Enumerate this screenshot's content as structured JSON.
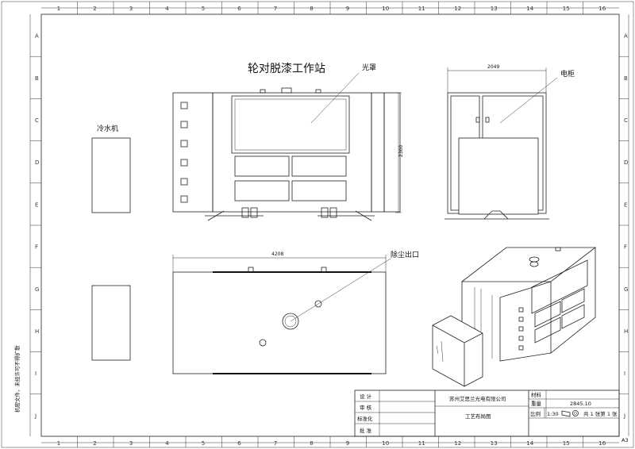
{
  "grid": {
    "columns": [
      "1",
      "2",
      "3",
      "4",
      "5",
      "6",
      "7",
      "8",
      "9",
      "10",
      "11",
      "12",
      "13",
      "14",
      "15",
      "16"
    ],
    "rows": [
      "A",
      "B",
      "C",
      "D",
      "E",
      "F",
      "G",
      "H",
      "I",
      "J"
    ]
  },
  "drawing": {
    "title": "轮对脱漆工作站",
    "labels": {
      "chiller": "冷水机",
      "light_cover": "光罩",
      "electric_cabinet": "电柜",
      "dust_outlet": "除尘出口"
    },
    "dimensions": {
      "front_height": "2300",
      "side_width": "2049",
      "top_length": "4208"
    }
  },
  "side_note": "机密文件，未经许可不得扩散",
  "title_block": {
    "company": "苏州艾思兰光电有限公司",
    "drawing_name": "工艺布局图",
    "material_label": "材料",
    "weight_label": "重量",
    "weight_value": "2845.10",
    "scale_label": "比例",
    "scale_value": "1:30",
    "sheet_info": "共 1 张第 1 张",
    "sheet_size": "A3",
    "rows": [
      "设 计",
      "审 核",
      "标准化",
      "批 准"
    ]
  }
}
